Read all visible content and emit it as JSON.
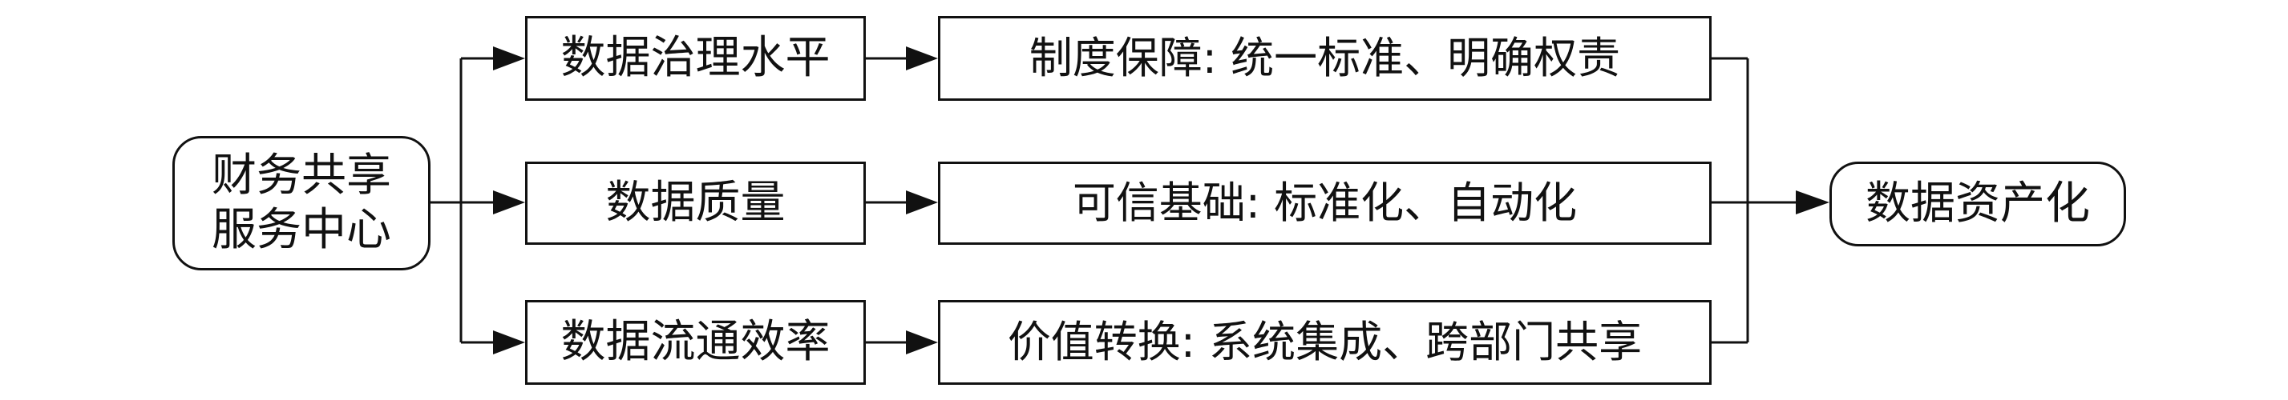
{
  "source": {
    "line1": "财务共享",
    "line2": "服务中心"
  },
  "factors": [
    {
      "label": "数据治理水平"
    },
    {
      "label": "数据质量"
    },
    {
      "label": "数据流通效率"
    }
  ],
  "outcomes": [
    {
      "label": "制度保障: 统一标准、明确权责"
    },
    {
      "label": "可信基础: 标准化、自动化"
    },
    {
      "label": "价值转换: 系统集成、跨部门共享"
    }
  ],
  "target": {
    "label": "数据资产化"
  }
}
